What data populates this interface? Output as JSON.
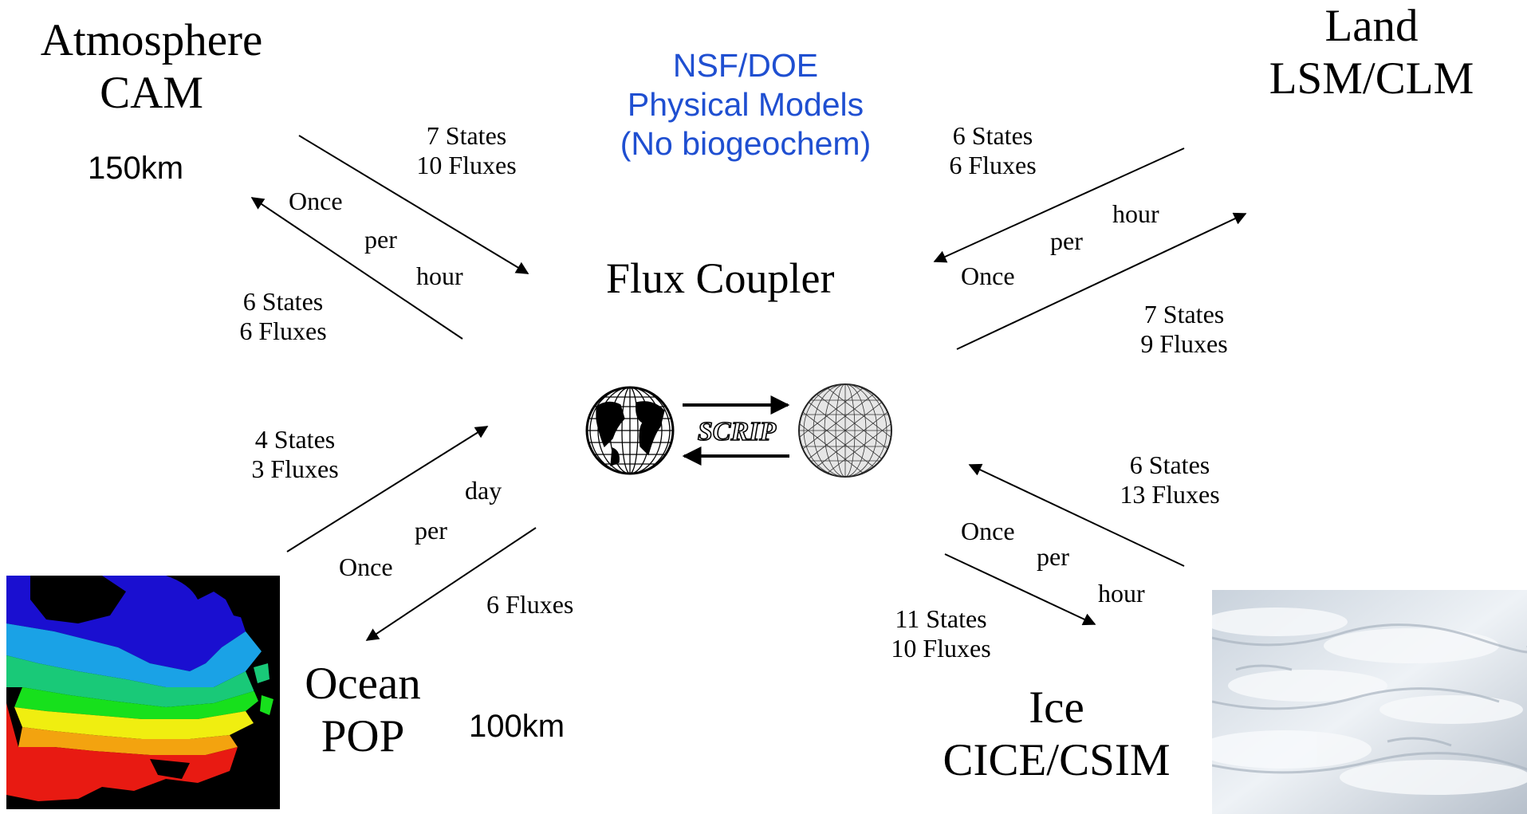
{
  "components": {
    "atmosphere": {
      "name": "Atmosphere",
      "model": "CAM",
      "resolution": "150km"
    },
    "land": {
      "name": "Land",
      "model": "LSM/CLM"
    },
    "ocean": {
      "name": "Ocean",
      "model": "POP",
      "resolution": "100km"
    },
    "ice": {
      "name": "Ice",
      "model": "CICE/CSIM"
    }
  },
  "center": {
    "header_lines": [
      "NSF/DOE",
      "Physical Models",
      "(No biogeochem)"
    ],
    "coupler": "Flux Coupler",
    "scrip": "SCRIP"
  },
  "exchanges": {
    "atm_to_coupler": [
      "7 States",
      "10 Fluxes"
    ],
    "coupler_to_atm": [
      "6 States",
      "6 Fluxes"
    ],
    "atm_frequency": [
      "Once",
      "per",
      "hour"
    ],
    "land_to_coupler": [
      "6 States",
      "6 Fluxes"
    ],
    "coupler_to_land": [
      "7 States",
      "9 Fluxes"
    ],
    "land_frequency": [
      "hour",
      "per",
      "Once"
    ],
    "ocean_to_coupler": [
      "4 States",
      "3 Fluxes"
    ],
    "coupler_to_ocean": [
      "6 Fluxes"
    ],
    "ocean_frequency": [
      "day",
      "per",
      "Once"
    ],
    "ice_to_coupler": [
      "6 States",
      "13 Fluxes"
    ],
    "coupler_to_ice": [
      "11 States",
      "10 Fluxes"
    ],
    "ice_frequency": [
      "Once",
      "per",
      "hour"
    ]
  },
  "colors": {
    "header_blue": "#1f4fd1",
    "ocean_map": [
      "#1a0fd0",
      "#1aa2e6",
      "#19c978",
      "#17e01c",
      "#f0ee10",
      "#f3a30f",
      "#e81a12"
    ]
  }
}
